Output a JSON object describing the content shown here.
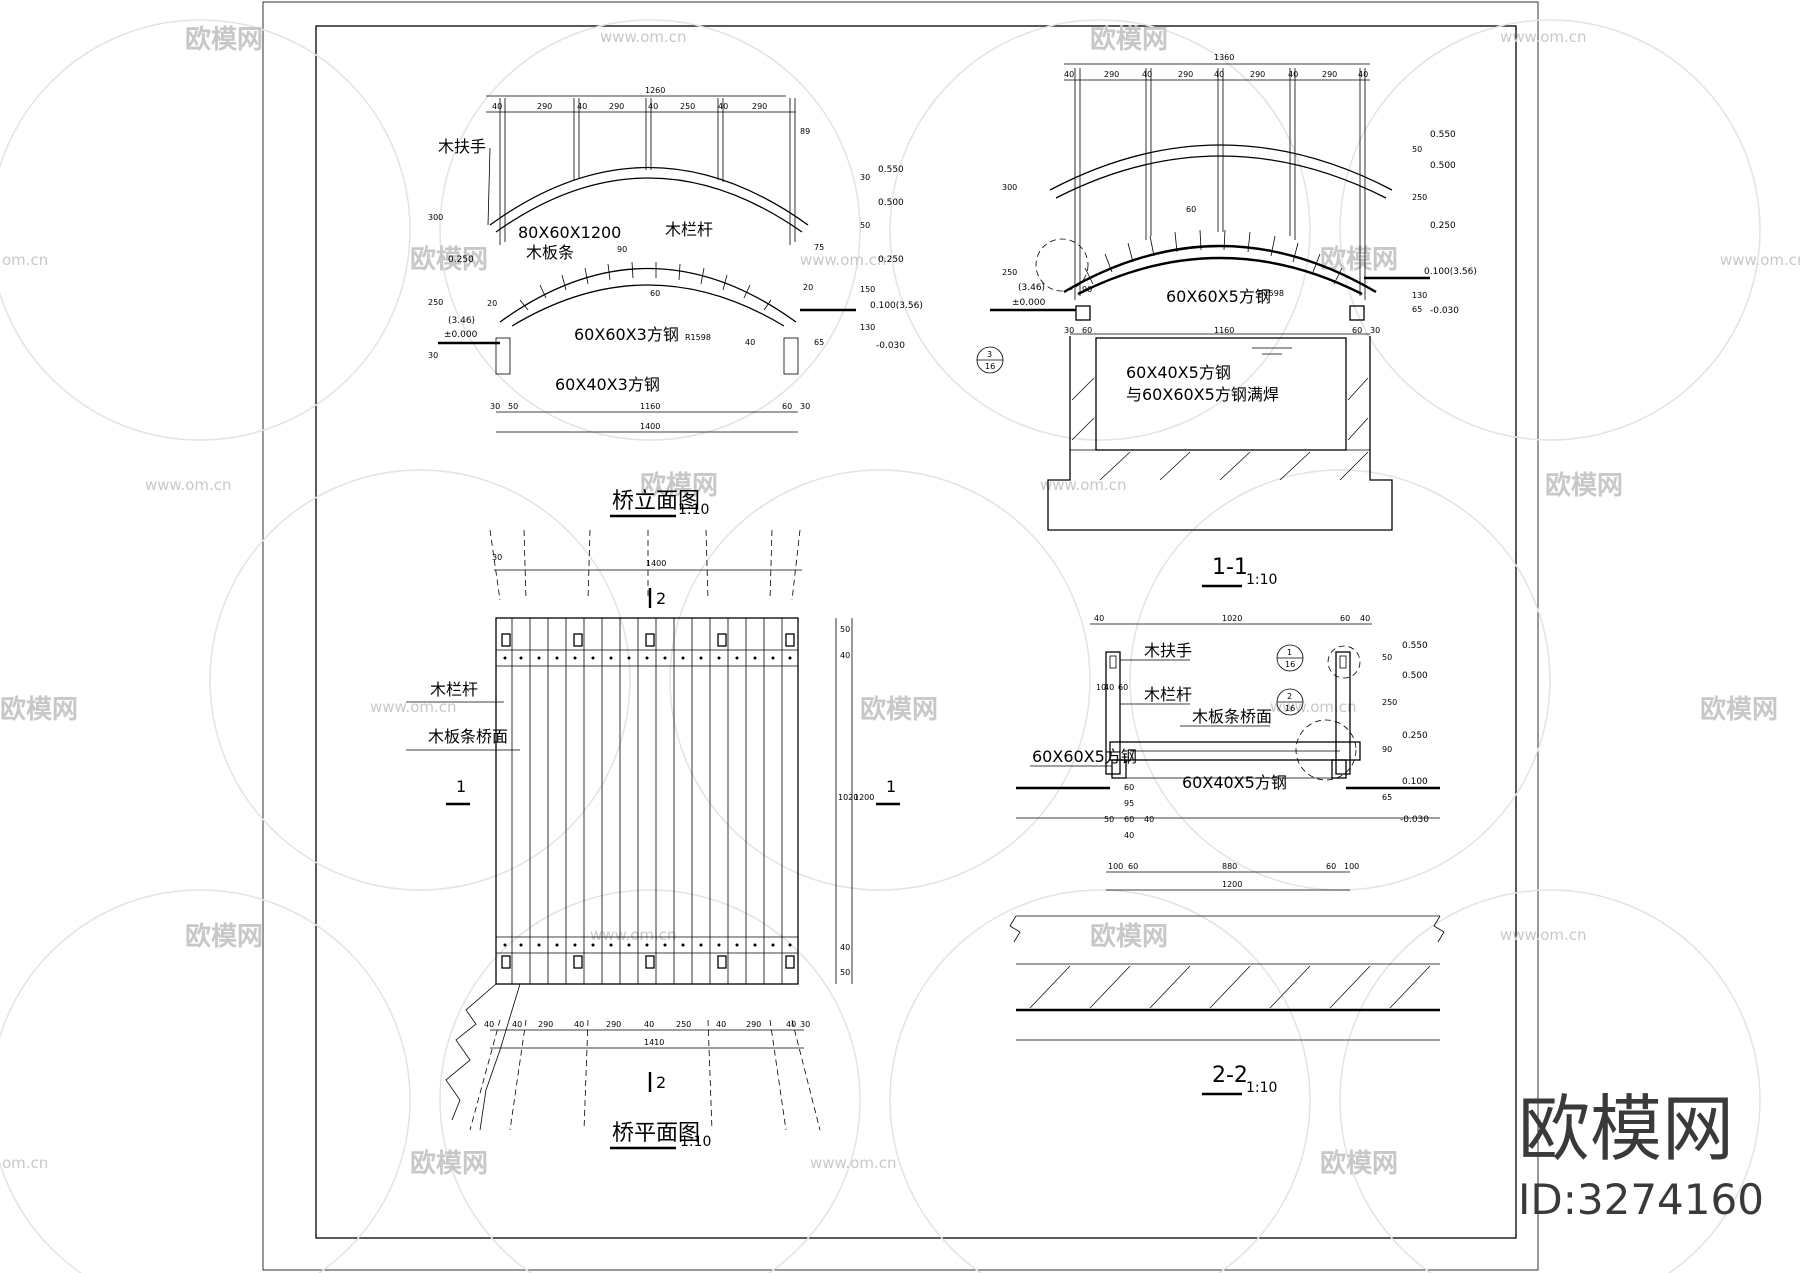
{
  "watermark": {
    "brand_cn": "欧模网",
    "url": "www.om.cn",
    "url_partial": "om.cn",
    "id_text": "ID:3274160"
  },
  "elevation_view": {
    "title": "桥立面图",
    "scale": "1:10",
    "labels": {
      "handrail": "木扶手",
      "baluster": "木栏杆",
      "plank_size": "80X60X1200",
      "plank": "木板条",
      "steel_main": "60X60X3方钢",
      "steel_sub": "60X40X3方钢"
    },
    "elevations": [
      "0.550",
      "0.500",
      "0.250",
      "0.100(3.56)",
      "-0.030",
      "(3.46)",
      "±0.000",
      "0.250"
    ],
    "dims_top": [
      "1260",
      "40",
      "290",
      "40",
      "290",
      "40",
      "250",
      "40",
      "290"
    ],
    "dims_bottom": [
      "30",
      "50",
      "1160",
      "60",
      "30",
      "1400"
    ],
    "dims_misc": [
      "300",
      "250",
      "30",
      "20",
      "20",
      "150",
      "130",
      "65",
      "60",
      "90",
      "40",
      "89",
      "75",
      "50",
      "30",
      "R1598"
    ]
  },
  "section_1": {
    "title": "1-1",
    "scale": "1:10",
    "labels": {
      "steel_main": "60X60X5方钢",
      "steel_sub_line1": "60X40X5方钢",
      "steel_sub_line2": "与60X60X5方钢满焊",
      "detail_ref_top": "3",
      "detail_ref_bottom": "16"
    },
    "elevations": [
      "0.550",
      "0.500",
      "0.250",
      "0.100(3.56)",
      "-0.030",
      "(3.46)",
      "±0.000"
    ],
    "dims_top": [
      "1360",
      "40",
      "290",
      "40",
      "290",
      "40",
      "290",
      "40",
      "290",
      "40"
    ],
    "dims_misc": [
      "300",
      "250",
      "30",
      "60",
      "1160",
      "60",
      "30",
      "65",
      "130",
      "250",
      "50",
      "90",
      "60",
      "R1598"
    ]
  },
  "plan_view": {
    "title": "桥平面图",
    "scale": "1:10",
    "labels": {
      "baluster": "木栏杆",
      "deck": "木板条桥面",
      "section_mark_1": "1",
      "section_mark_2": "2"
    },
    "dims_top": [
      "30",
      "1400"
    ],
    "dims_right": [
      "50",
      "40",
      "1020",
      "1200",
      "40",
      "50"
    ],
    "dims_bottom": [
      "40",
      "40",
      "290",
      "40",
      "290",
      "40",
      "250",
      "40",
      "290",
      "40",
      "30",
      "1410"
    ]
  },
  "section_2": {
    "title": "2-2",
    "scale": "1:10",
    "labels": {
      "handrail": "木扶手",
      "baluster": "木栏杆",
      "deck": "木板条桥面",
      "steel_main": "60X60X5方钢",
      "steel_sub": "60X40X5方钢",
      "detail_1_top": "1",
      "detail_1_bottom": "16",
      "detail_2_top": "2",
      "detail_2_bottom": "16"
    },
    "elevations": [
      "0.550",
      "0.500",
      "0.250",
      "0.100",
      "-0.030"
    ],
    "dims_top": [
      "40",
      "1020",
      "60",
      "40"
    ],
    "dims_bottom": [
      "100",
      "60",
      "880",
      "60",
      "100",
      "1200"
    ],
    "dims_misc": [
      "50",
      "250",
      "90",
      "65",
      "40",
      "60",
      "95",
      "60",
      "50",
      "40",
      "10",
      "40",
      "60"
    ]
  }
}
